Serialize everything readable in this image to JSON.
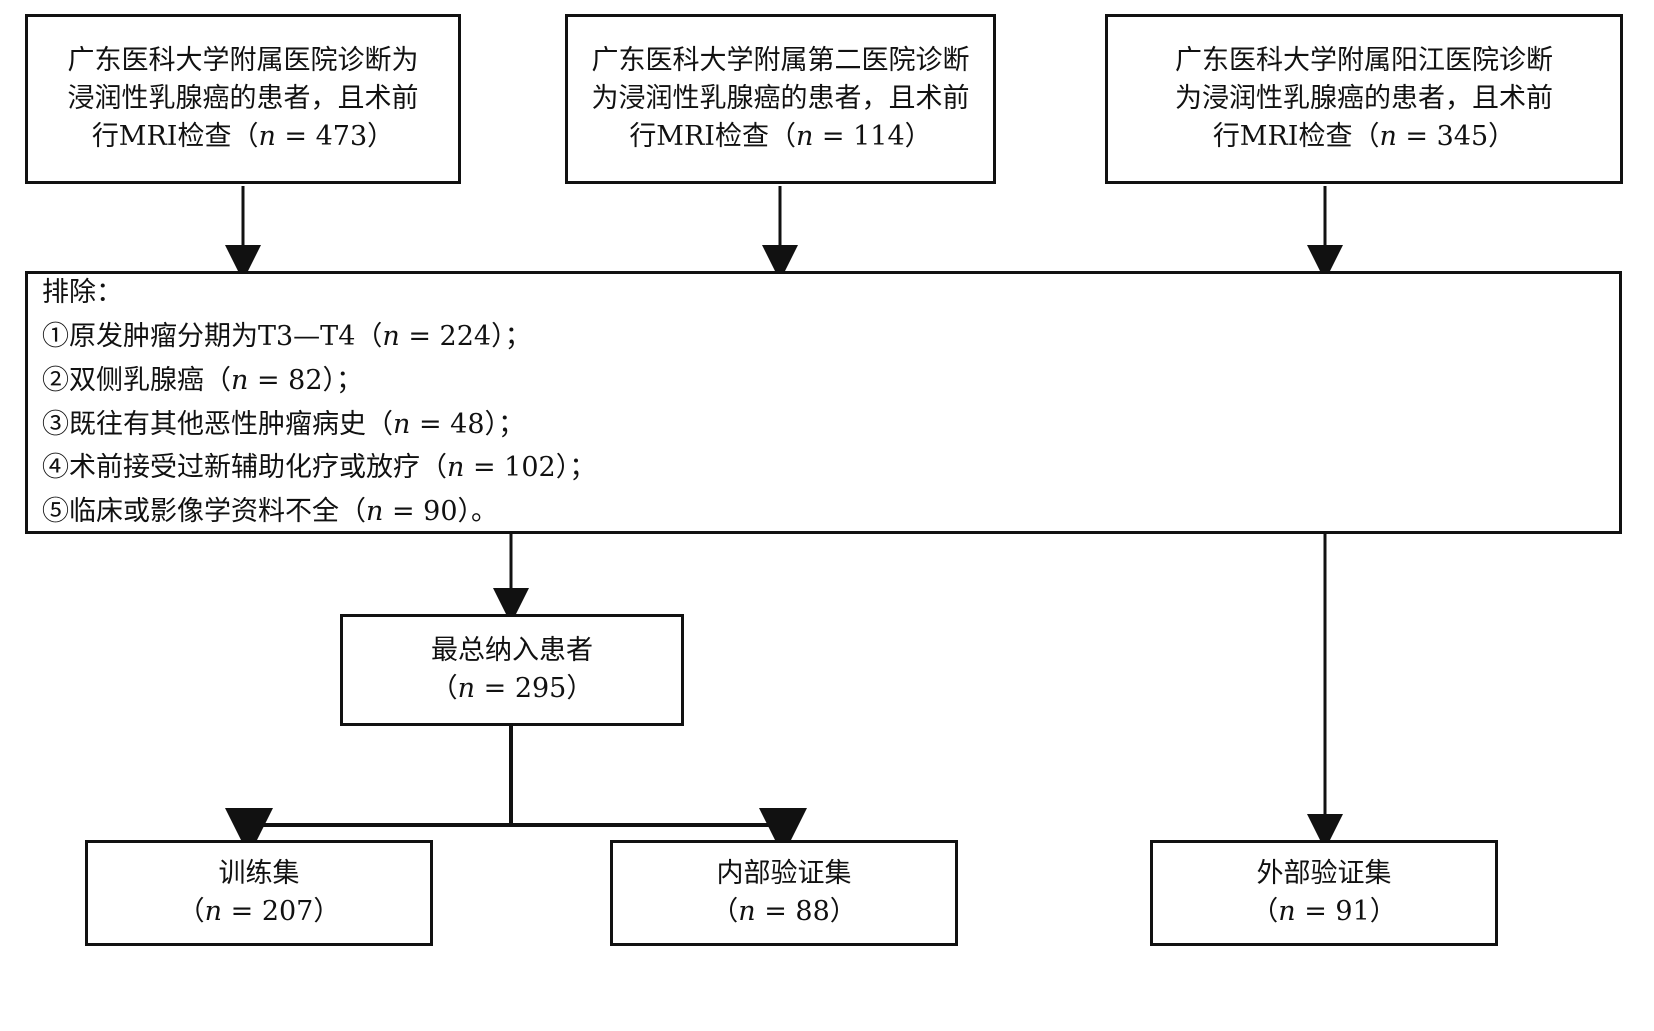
{
  "figure": {
    "type": "flowchart",
    "orientation": "top-down",
    "line_color": "#111111",
    "background": "#ffffff"
  },
  "sources": [
    {
      "id": "src-0",
      "lines": [
        "广东医科大学附属医院诊断为",
        "浸润性乳腺癌的患者，且术前",
        "行MRI检查（n = 473）"
      ],
      "n": 473
    },
    {
      "id": "src-1",
      "lines": [
        "广东医科大学附属第二医院诊断",
        "为浸润性乳腺癌的患者，且术前",
        "行MRI检查（n = 114）"
      ],
      "n": 114
    },
    {
      "id": "src-2",
      "lines": [
        "广东医科大学附属阳江医院诊断",
        "为浸润性乳腺癌的患者，且术前",
        "行MRI检查（n = 345）"
      ],
      "n": 345
    }
  ],
  "exclusion": {
    "heading": "排除：",
    "items": [
      "①原发肿瘤分期为T3—T4（n = 224）；",
      "②双侧乳腺癌（n = 82）；",
      "③既往有其他恶性肿瘤病史（n = 48）；",
      "④术前接受过新辅助化疗或放疗（n = 102）；",
      "⑤临床或影像学资料不全（n = 90）。"
    ],
    "counts": [
      224,
      82,
      48,
      102,
      90
    ]
  },
  "included": {
    "label": "最总纳入患者",
    "count_text": "（n = 295）",
    "n": 295
  },
  "datasets": [
    {
      "id": "set-0",
      "label": "训练集",
      "count_text": "（n = 207）",
      "n": 207
    },
    {
      "id": "set-1",
      "label": "内部验证集",
      "count_text": "（n = 88）",
      "n": 88
    },
    {
      "id": "set-2",
      "label": "外部验证集",
      "count_text": "（n = 91）",
      "n": 91
    }
  ]
}
